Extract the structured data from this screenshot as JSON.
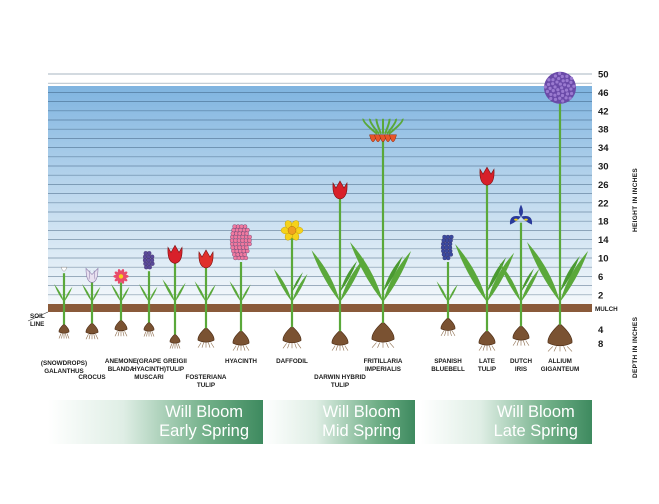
{
  "axis": {
    "height_title": "HEIGHT IN INCHES",
    "depth_title": "DEPTH IN INCHES",
    "height_ticks": [
      "50",
      "46",
      "42",
      "38",
      "34",
      "30",
      "26",
      "22",
      "18",
      "14",
      "10",
      "6",
      "2"
    ],
    "mulch_label": "MULCH",
    "depth_ticks": [
      "4",
      "8"
    ]
  },
  "soil_line_label": [
    "SOIL",
    "LINE"
  ],
  "plants": [
    {
      "label": [
        "(SNOWDROPS)",
        "GALANTHUS"
      ],
      "height_in": 8,
      "color": "#ffffff",
      "icon": "snowdrop-flower"
    },
    {
      "label": [
        "CROCUS"
      ],
      "height_in": 6,
      "color": "#e8e0f0",
      "icon": "crocus-flower"
    },
    {
      "label": [
        "ANEMONE",
        "BLANDA"
      ],
      "height_in": 6,
      "color": "#e84b6b",
      "icon": "daisy-flower"
    },
    {
      "label": [
        "(GRAPE",
        "HYACINTH)",
        "MUSCARI"
      ],
      "height_in": 8,
      "color": "#5a4a9a",
      "icon": "muscari-flower"
    },
    {
      "label": [
        "GREIGII",
        "TULIP"
      ],
      "height_in": 11,
      "color": "#d8202a",
      "icon": "tulip-flower"
    },
    {
      "label": [
        "FOSTERIANA",
        "TULIP"
      ],
      "height_in": 10,
      "color": "#e0302a",
      "icon": "tulip-flower"
    },
    {
      "label": [
        "HYACINTH"
      ],
      "height_in": 10,
      "color": "#f07aa0",
      "icon": "hyacinth-flower"
    },
    {
      "label": [
        "DAFFODIL"
      ],
      "height_in": 16,
      "color": "#f5d21a",
      "icon": "daffodil-flower"
    },
    {
      "label": [
        "DARWIN HYBRID",
        "TULIP"
      ],
      "height_in": 25,
      "color": "#d8202a",
      "icon": "tulip-flower"
    },
    {
      "label": [
        "FRITILLARIA",
        "IMPERIALIS"
      ],
      "height_in": 37,
      "color": "#e8552a",
      "icon": "fritillaria-flower"
    },
    {
      "label": [
        "SPANISH",
        "BLUEBELL"
      ],
      "height_in": 10,
      "color": "#3a4aa0",
      "icon": "bluebell-flower"
    },
    {
      "label": [
        "LATE",
        "TULIP"
      ],
      "height_in": 28,
      "color": "#d8202a",
      "icon": "tulip-flower"
    },
    {
      "label": [
        "DUTCH",
        "IRIS"
      ],
      "height_in": 19,
      "color": "#2a3a9a",
      "icon": "iris-flower"
    },
    {
      "label": [
        "ALLIUM",
        "GIGANTEUM"
      ],
      "height_in": 47,
      "color": "#6a4aa8",
      "icon": "allium-flower"
    }
  ],
  "bands": [
    {
      "line1": "Will Bloom",
      "line2": "Early Spring"
    },
    {
      "line1": "Will Bloom",
      "line2": "Mid Spring"
    },
    {
      "line1": "Will Bloom",
      "line2": "Late Spring"
    }
  ],
  "colors": {
    "sky_top": "#7fb4e0",
    "sky_bottom": "#ffffff",
    "soil": "#8a5a3a",
    "leaf": "#5aa83a",
    "bulb": "#7a5232"
  }
}
